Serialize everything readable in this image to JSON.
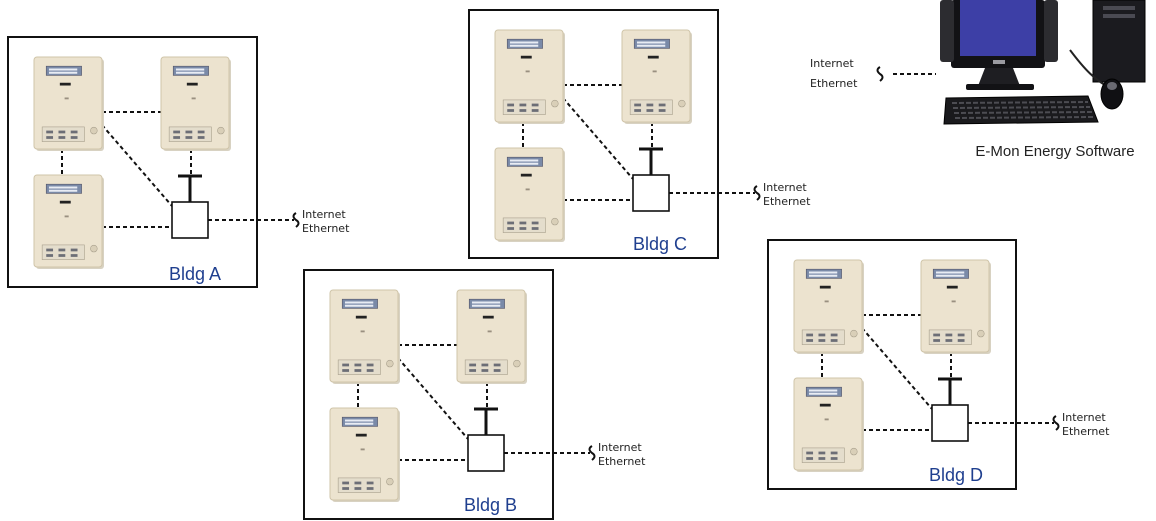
{
  "colors": {
    "meter_body": "#ece3cf",
    "meter_edge": "#cfc4a8",
    "meter_display": "#7a8aa8",
    "building_label": "#1f3f8f",
    "monitor_screen": "#3d3fa6"
  },
  "icons": {
    "meter": "energy-meter-icon",
    "gateway": "gateway-box-icon",
    "link": "squiggle-link-icon",
    "computer": "desktop-computer-icon"
  },
  "buildings": [
    {
      "id": "a",
      "label": "Bldg A",
      "link_top": "Internet",
      "link_bottom": "Ethernet"
    },
    {
      "id": "b",
      "label": "Bldg B",
      "link_top": "Internet",
      "link_bottom": "Ethernet"
    },
    {
      "id": "c",
      "label": "Bldg C",
      "link_top": "Internet",
      "link_bottom": "Ethernet"
    },
    {
      "id": "d",
      "label": "Bldg D",
      "link_top": "Internet",
      "link_bottom": "Ethernet"
    }
  ],
  "computer": {
    "caption": "E-Mon Energy Software",
    "link_top": "Internet",
    "link_bottom": "Ethernet"
  }
}
